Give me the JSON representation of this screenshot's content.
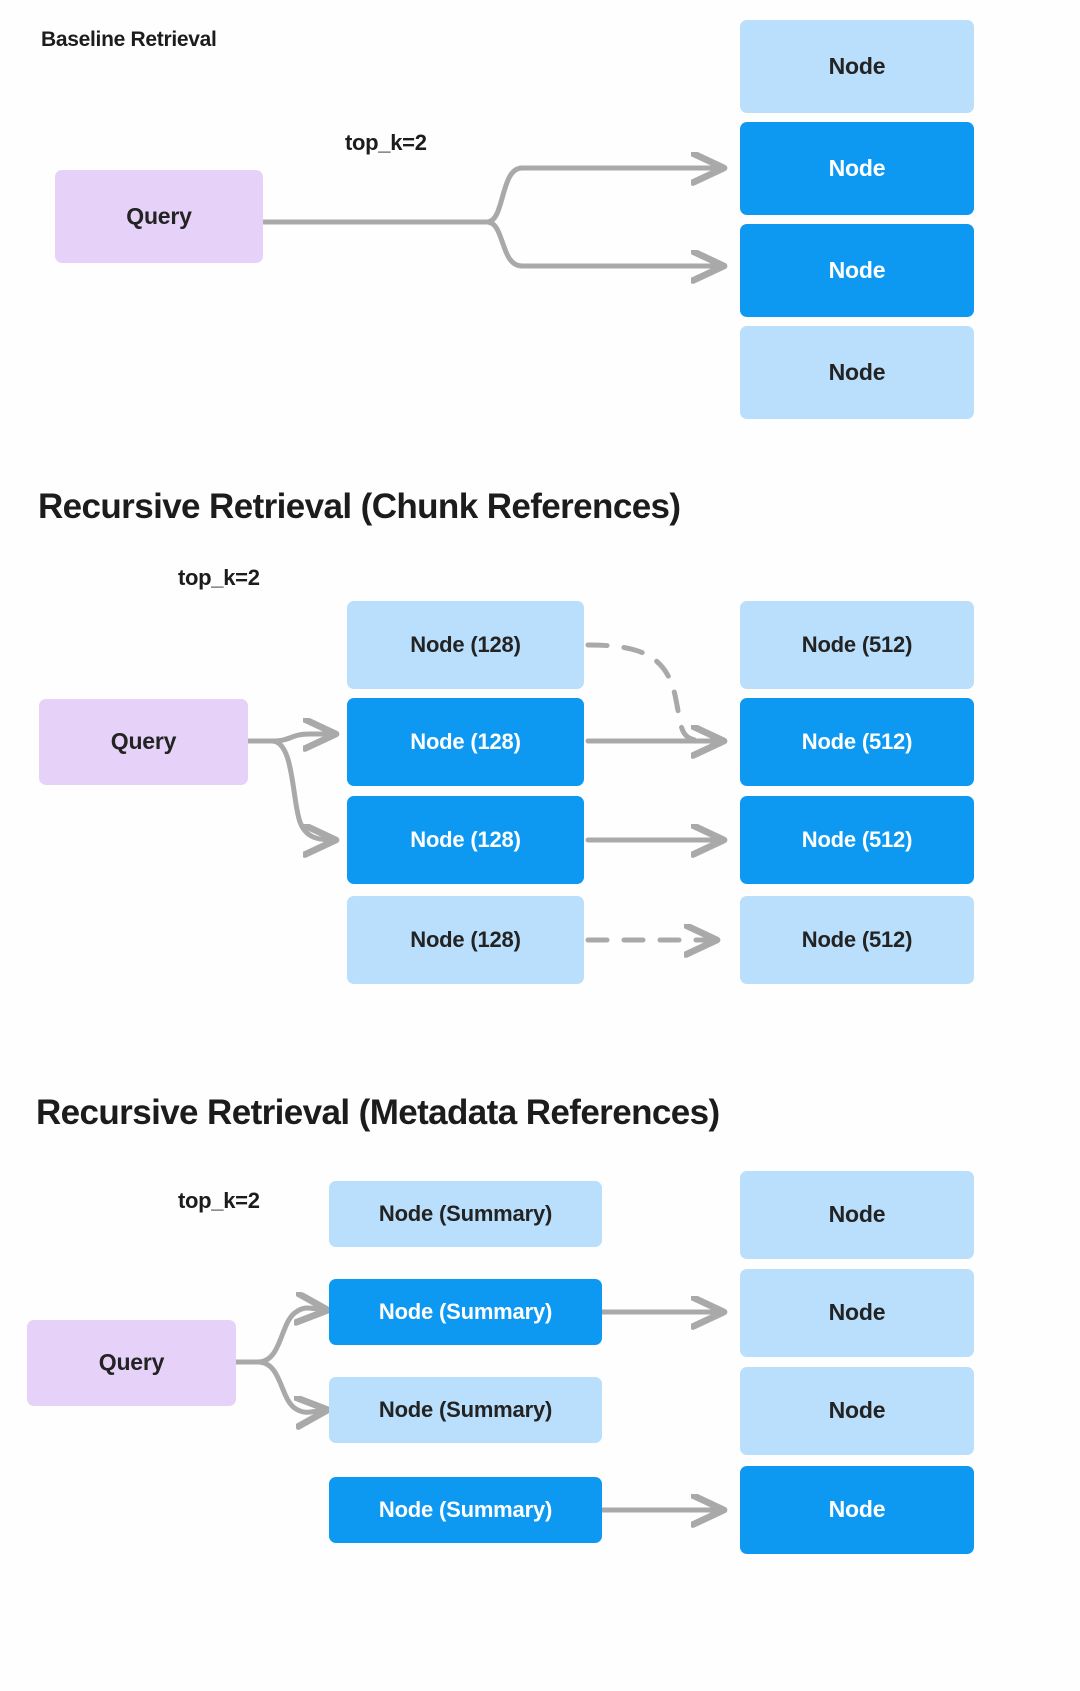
{
  "figure": {
    "background_color": "#fefefe",
    "palette": {
      "node_unselected": "#b9dffc",
      "node_selected": "#0d99f2",
      "query": "#e6d2f8",
      "arrow": "#a9a9a9",
      "text_dark": "#232323",
      "text_light": "#ffffff"
    }
  },
  "sections": [
    {
      "id": "baseline",
      "title": "Baseline Retrieval",
      "topk_label": "top_k=2",
      "query_label": "Query",
      "columns": [
        {
          "id": "retrieved",
          "nodes": [
            {
              "label": "Node",
              "selected": false
            },
            {
              "label": "Node",
              "selected": true
            },
            {
              "label": "Node",
              "selected": true
            },
            {
              "label": "Node",
              "selected": false
            }
          ]
        }
      ]
    },
    {
      "id": "chunk-references",
      "title": "Recursive Retrieval (Chunk References)",
      "topk_label": "top_k=2",
      "query_label": "Query",
      "columns": [
        {
          "id": "chunks-128",
          "nodes": [
            {
              "label": "Node (128)",
              "selected": false
            },
            {
              "label": "Node (128)",
              "selected": true
            },
            {
              "label": "Node (128)",
              "selected": true
            },
            {
              "label": "Node (128)",
              "selected": false
            }
          ]
        },
        {
          "id": "chunks-512",
          "nodes": [
            {
              "label": "Node (512)",
              "selected": false
            },
            {
              "label": "Node (512)",
              "selected": true
            },
            {
              "label": "Node (512)",
              "selected": true
            },
            {
              "label": "Node (512)",
              "selected": false
            }
          ]
        }
      ]
    },
    {
      "id": "metadata-references",
      "title": "Recursive Retrieval (Metadata References)",
      "topk_label": "top_k=2",
      "query_label": "Query",
      "columns": [
        {
          "id": "summaries",
          "nodes": [
            {
              "label": "Node (Summary)",
              "selected": false
            },
            {
              "label": "Node (Summary)",
              "selected": true
            },
            {
              "label": "Node (Summary)",
              "selected": false
            },
            {
              "label": "Node (Summary)",
              "selected": true
            }
          ]
        },
        {
          "id": "documents",
          "nodes": [
            {
              "label": "Node",
              "selected": false
            },
            {
              "label": "Node",
              "selected": false
            },
            {
              "label": "Node",
              "selected": false
            },
            {
              "label": "Node",
              "selected": true
            }
          ]
        }
      ]
    }
  ]
}
